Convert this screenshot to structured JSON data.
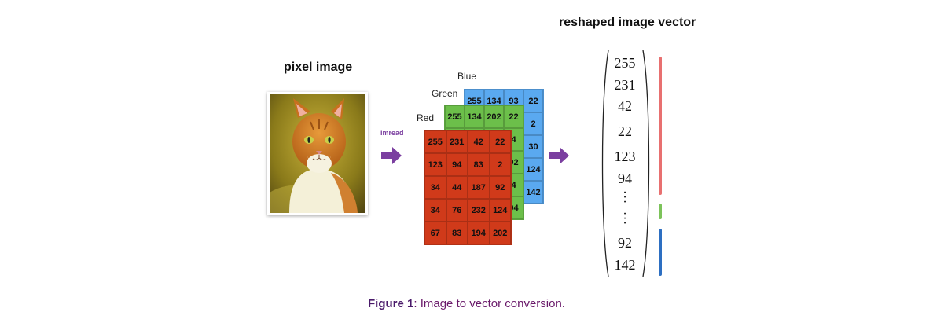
{
  "titles": {
    "pixel_image": "pixel image",
    "vector": "reshaped image vector"
  },
  "arrow_label": "imread",
  "channels": {
    "blue": {
      "label": "Blue",
      "color": "#5aa9f0",
      "rows": [
        [
          "255",
          "134",
          "93",
          "22"
        ],
        [
          "",
          "",
          "",
          "2"
        ],
        [
          "",
          "",
          "",
          "30"
        ],
        [
          "",
          "",
          "",
          "124"
        ],
        [
          "",
          "",
          "",
          "142"
        ]
      ]
    },
    "green": {
      "label": "Green",
      "color": "#6cbf4a",
      "rows": [
        [
          "255",
          "134",
          "202",
          "22"
        ],
        [
          "",
          "",
          "",
          "4"
        ],
        [
          "",
          "",
          "",
          "92"
        ],
        [
          "",
          "",
          "",
          "4"
        ],
        [
          "",
          "",
          "",
          "94"
        ]
      ]
    },
    "red": {
      "label": "Red",
      "color": "#d03a1a",
      "rows": [
        [
          "255",
          "231",
          "42",
          "22"
        ],
        [
          "123",
          "94",
          "83",
          "2"
        ],
        [
          "34",
          "44",
          "187",
          "92"
        ],
        [
          "34",
          "76",
          "232",
          "124"
        ],
        [
          "67",
          "83",
          "194",
          "202"
        ]
      ]
    }
  },
  "vector": {
    "entries_top": [
      "255",
      "231",
      "42",
      "22",
      "123",
      "94"
    ],
    "entries_bottom": [
      "92",
      "142"
    ],
    "bar_colors": {
      "red": "#e87070",
      "green": "#7cc35a",
      "blue": "#2d6fc2"
    }
  },
  "caption": {
    "label": "Figure 1",
    "text": ": Image to vector conversion."
  }
}
